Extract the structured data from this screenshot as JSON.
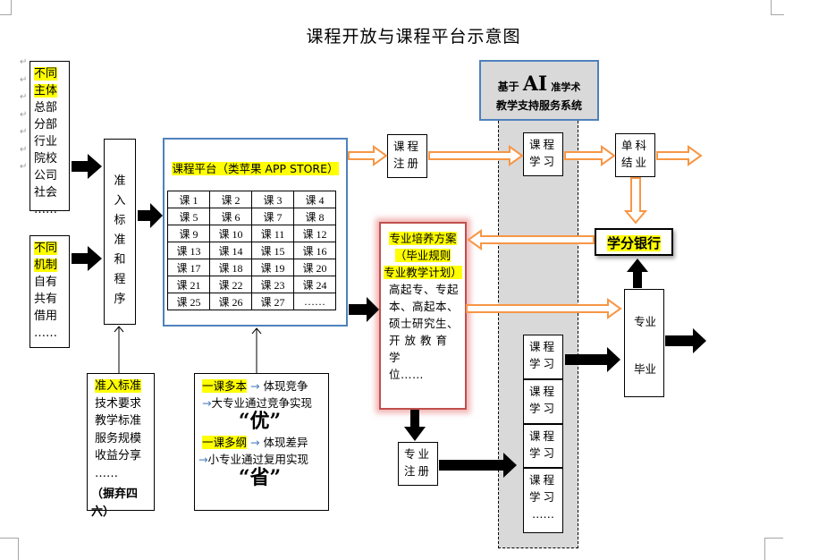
{
  "title": "课程开放与课程平台示意图",
  "subjects_box": {
    "highlight": [
      "不同",
      "主体"
    ],
    "items": [
      "总部",
      "分部",
      "行业",
      "院校",
      "公司",
      "社会",
      "……"
    ]
  },
  "mechanism_box": {
    "highlight": [
      "不同",
      "机制"
    ],
    "items": [
      "自有",
      "共有",
      "借用",
      "……"
    ]
  },
  "access_box": {
    "chars": [
      "准",
      "入",
      "标",
      "准",
      "和",
      "程",
      "序"
    ]
  },
  "platform": {
    "title": "课程平台（类苹果 APP STORE）",
    "courses": [
      [
        "课 1",
        "课 2",
        "课 3",
        "课 4"
      ],
      [
        "课 5",
        "课 6",
        "课 7",
        "课 8"
      ],
      [
        "课 9",
        "课 10",
        "课 11",
        "课 12"
      ],
      [
        "课 13",
        "课 14",
        "课 15",
        "课 16"
      ],
      [
        "课 17",
        "课 18",
        "课 19",
        "课 20"
      ],
      [
        "课 21",
        "课 22",
        "课 23",
        "课 24"
      ],
      [
        "课 25",
        "课 26",
        "课 27",
        "……"
      ]
    ]
  },
  "standards_box": {
    "highlight": "准入标准",
    "items": [
      "技术要求",
      "教学标准",
      "服务规模",
      "收益分享",
      "……"
    ],
    "footer": "（摒弃四六）"
  },
  "principles_box": {
    "line1_hl": "一课多本",
    "line1_rest": "体现竞争",
    "line2": "大专业通过竞争实现",
    "big1": "“优”",
    "line3_hl": "一课多纲",
    "line3_rest": "体现差异",
    "line4": "小专业通过复用实现",
    "big2": "“省”",
    "arrow_glyph": "→"
  },
  "course_register": [
    "课程",
    "注册"
  ],
  "ai_system": {
    "line1_pre": "基于",
    "line1_ai": "AI",
    "line1_post": "准学术",
    "line2": "教学支持服务系统"
  },
  "course_study": [
    "课程",
    "学习"
  ],
  "single_complete": [
    "单科",
    "结业"
  ],
  "credit_bank": "学分银行",
  "program_box": {
    "highlight": [
      "专业培养方案",
      "（毕业规则",
      "专业教学计划）"
    ],
    "body": [
      "高起专、专起",
      "本、高起本、",
      "硕士研究生、",
      "开放教育学",
      "位……"
    ]
  },
  "program_register": [
    "专业",
    "注册"
  ],
  "study_stack": [
    [
      "课程",
      "学习"
    ],
    [
      "课程",
      "学习"
    ],
    [
      "课程",
      "学习"
    ],
    [
      "课程",
      "学习",
      "……"
    ]
  ],
  "graduation": [
    "专业",
    "毕业"
  ],
  "colors": {
    "orange": "#f79646",
    "blue": "#4f81bd",
    "red": "#c0504d",
    "highlight": "#ffff00",
    "grey": "#d9d9d9"
  }
}
